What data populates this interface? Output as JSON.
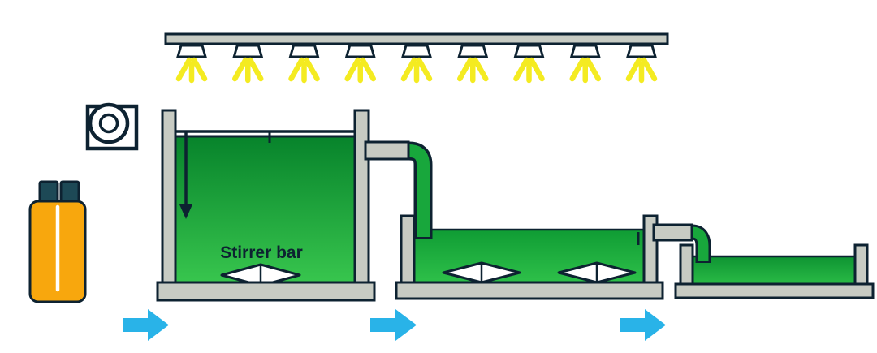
{
  "labels": {
    "stirrer_bar": "Stirrer bar"
  },
  "palette": {
    "background": "#ffffff",
    "ink": "#0d2231",
    "structure_gray": "#c7cbc3",
    "liquid_green_top": "#07832b",
    "liquid_green_bottom": "#38c64e",
    "liquid2_green_top": "#0f9c34",
    "liquid2_green_bottom": "#2fc14a",
    "pipe_green": "#18a73c",
    "lamp_yellow": "#f4eb21",
    "arrow_blue": "#29b3e8",
    "bottle_orange": "#f8a70d",
    "cap_teal": "#1d4956"
  },
  "light_bank": {
    "lamp_count": 9
  },
  "process": {
    "flow_direction": "left-to-right",
    "stages": [
      {
        "name": "media-bottle",
        "stirrer_bars": 0
      },
      {
        "name": "stirred-tank-1",
        "stirrer_bars": 1,
        "label": "Stirrer bar"
      },
      {
        "name": "stirred-tank-2",
        "stirrer_bars": 2
      },
      {
        "name": "open-tank-3",
        "stirrer_bars": 0
      }
    ],
    "transfer_pipes": 2,
    "flow_arrows": 3
  }
}
